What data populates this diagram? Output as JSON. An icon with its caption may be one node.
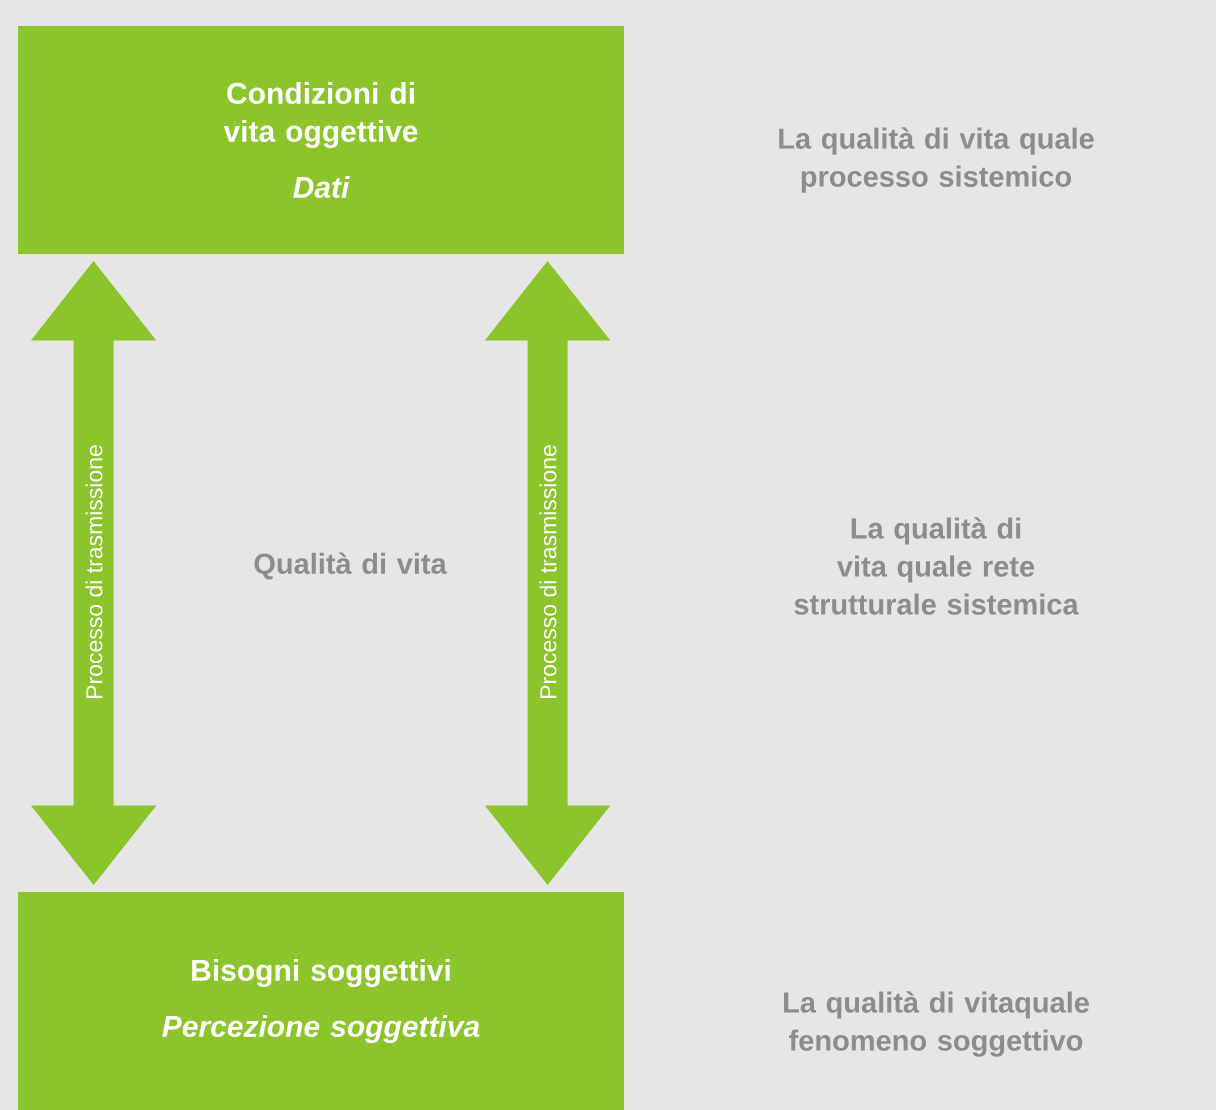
{
  "diagram": {
    "nodes": [
      {
        "text": [
          "Condizioni di vita oggettive",
          "Dati"
        ]
      },
      {
        "text": [
          "Bisogni soggettivi",
          "Percezione soggettiva"
        ]
      }
    ],
    "edges": [
      {
        "from": 0,
        "to": 1,
        "arrow": "both",
        "label": "Processo di trasmissione"
      },
      {
        "from": 0,
        "to": 1,
        "arrow": "both",
        "label": "Processo di trasmissione"
      }
    ],
    "labels": [
      "La qualità di vita quale processo sistemico",
      "Qualità di vita",
      "La qualità di vita quale rete strutturale sistemica",
      "La qualità di vitaquale fenomeno soggettivo"
    ]
  }
}
